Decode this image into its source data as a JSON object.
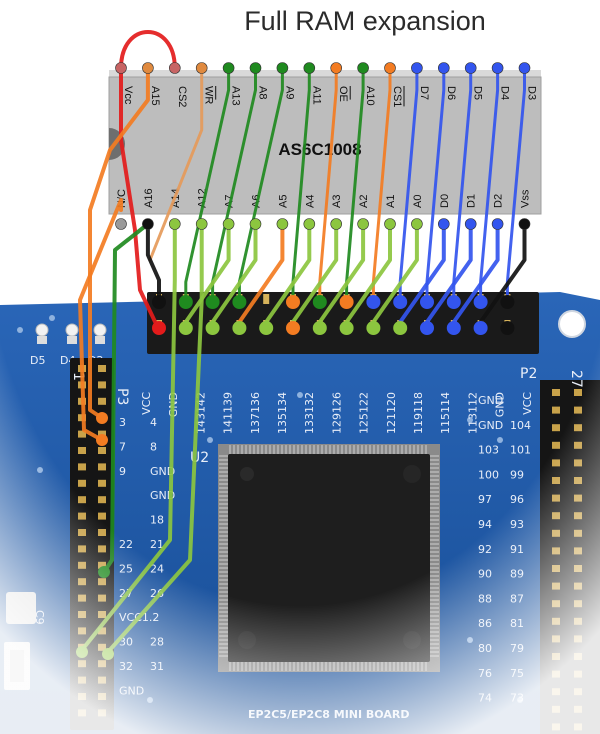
{
  "title": "Full RAM expansion",
  "chip": {
    "name": "AS6C1008",
    "top_pins": [
      {
        "label": "Vcc",
        "over": false
      },
      {
        "label": "A15",
        "over": false
      },
      {
        "label": "CS2",
        "over": false
      },
      {
        "label": "WR",
        "over": true
      },
      {
        "label": "A13",
        "over": false
      },
      {
        "label": "A8",
        "over": false
      },
      {
        "label": "A9",
        "over": false
      },
      {
        "label": "A11",
        "over": false
      },
      {
        "label": "OE",
        "over": true
      },
      {
        "label": "A10",
        "over": false
      },
      {
        "label": "CS1",
        "over": true
      },
      {
        "label": "D7",
        "over": false
      },
      {
        "label": "D6",
        "over": false
      },
      {
        "label": "D5",
        "over": false
      },
      {
        "label": "D4",
        "over": false
      },
      {
        "label": "D3",
        "over": false
      }
    ],
    "bottom_pins": [
      "N/C",
      "A16",
      "A14",
      "A12",
      "A7",
      "A6",
      "A5",
      "A4",
      "A3",
      "A2",
      "A1",
      "A0",
      "D0",
      "D1",
      "D2",
      "Vss"
    ]
  },
  "board": {
    "name": "EP2C5/EP2C8 MINI BOARD",
    "chip_ref": "U2",
    "header_p3": "P3",
    "header_p2": "P2",
    "p2_top_label": "27",
    "p3_top_label": "1",
    "leds": [
      "D5",
      "D4",
      "D2"
    ],
    "cap_label": "C9",
    "p3_rows": [
      [
        "3",
        "4"
      ],
      [
        "7",
        "8"
      ],
      [
        "9",
        "GND"
      ],
      [
        "",
        "GND"
      ],
      [
        "",
        "18"
      ],
      [
        "22",
        "21"
      ],
      [
        "25",
        "24"
      ],
      [
        "27",
        "26"
      ],
      [
        "VCC1.2",
        ""
      ],
      [
        "30",
        "28"
      ],
      [
        "32",
        "31"
      ],
      [
        "GND",
        ""
      ]
    ],
    "p2_rows": [
      [
        "GND",
        ""
      ],
      [
        "GND",
        "104"
      ],
      [
        "103",
        "101"
      ],
      [
        "100",
        "99"
      ],
      [
        "97",
        "96"
      ],
      [
        "94",
        "93"
      ],
      [
        "92",
        "91"
      ],
      [
        "90",
        "89"
      ],
      [
        "88",
        "87"
      ],
      [
        "86",
        "81"
      ],
      [
        "80",
        "79"
      ],
      [
        "76",
        "75"
      ],
      [
        "74",
        "73"
      ]
    ],
    "top_header_labels": [
      "VCC",
      "GND",
      "143142",
      "141139",
      "137136",
      "135134",
      "133132",
      "129126",
      "125122",
      "121120",
      "119118",
      "115114",
      "113112",
      "GND",
      "VCC"
    ]
  },
  "colors": {
    "red": "#e31b1b",
    "orange": "#f37c22",
    "dark_green": "#1f8a1f",
    "light_green": "#8cc63f",
    "blue": "#3355ee",
    "black": "#111111",
    "chip_body": "#bdbdbd",
    "board": "#1c57a4",
    "gray_pin": "#9a9a9a"
  }
}
